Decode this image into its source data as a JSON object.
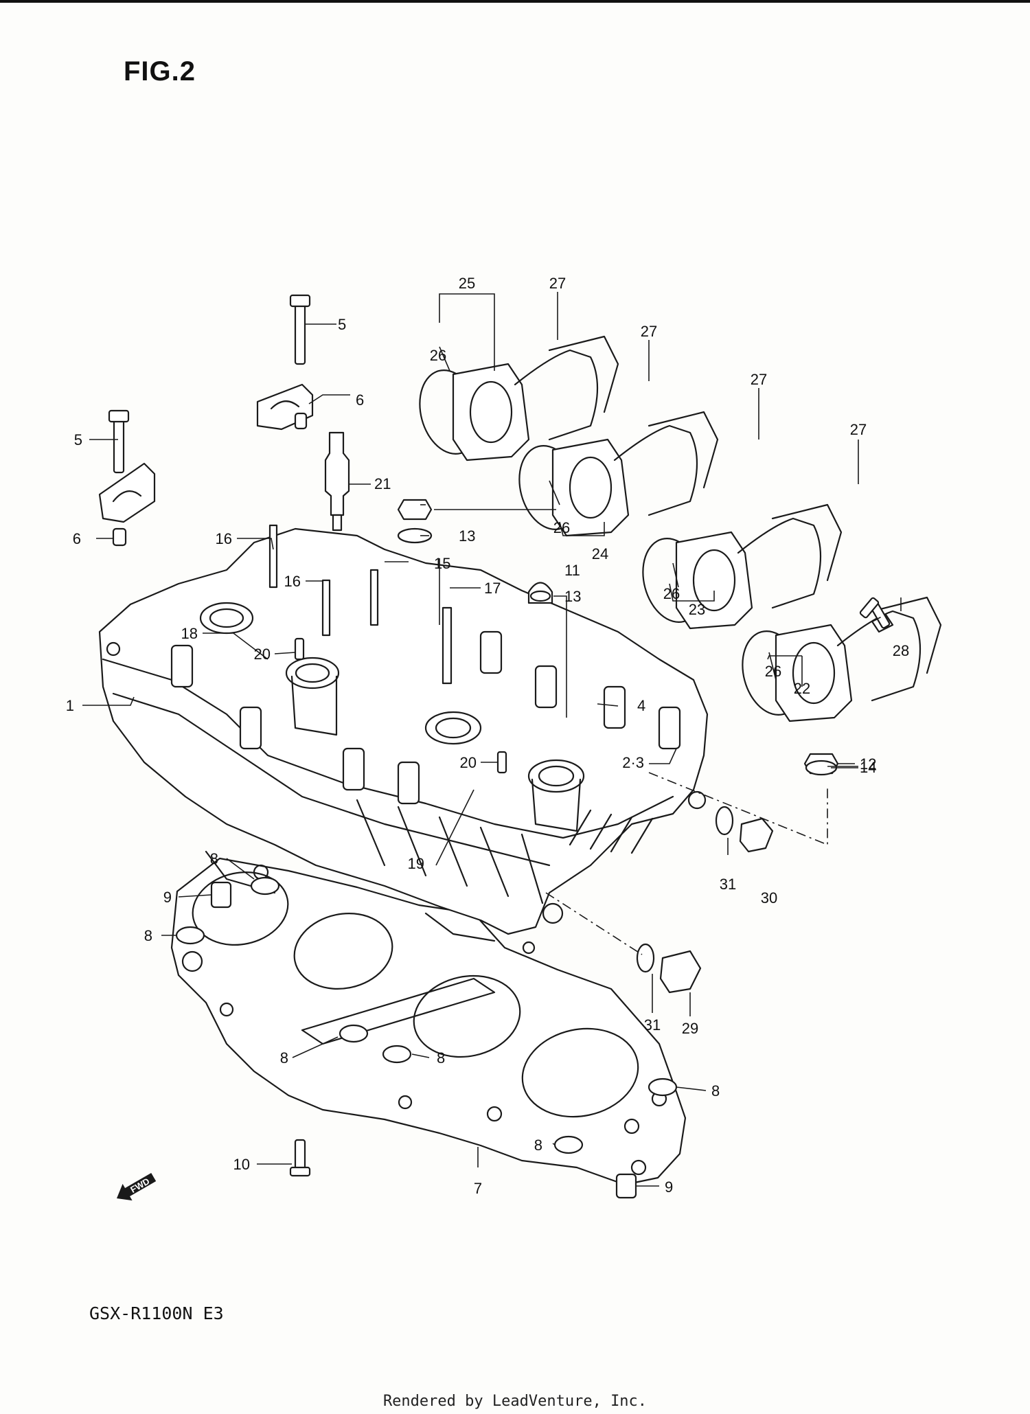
{
  "figure": {
    "title": "FIG.2"
  },
  "model_code": "GSX-R1100N E3",
  "footer": "Rendered by LeadVenture, Inc.",
  "fwd_badge": {
    "label": "FWD",
    "icon": "forward-arrow-icon"
  },
  "callouts": [
    "1",
    "2·3",
    "4",
    "5",
    "5",
    "6",
    "6",
    "7",
    "8",
    "8",
    "8",
    "8",
    "8",
    "8",
    "8",
    "9",
    "9",
    "10",
    "11",
    "12",
    "12",
    "13",
    "13",
    "14",
    "15",
    "16",
    "16",
    "17",
    "17",
    "18",
    "19",
    "20",
    "20",
    "21",
    "22",
    "23",
    "24",
    "25",
    "26",
    "26",
    "26",
    "26",
    "26",
    "27",
    "27",
    "27",
    "27",
    "28",
    "29",
    "30",
    "31",
    "31"
  ]
}
